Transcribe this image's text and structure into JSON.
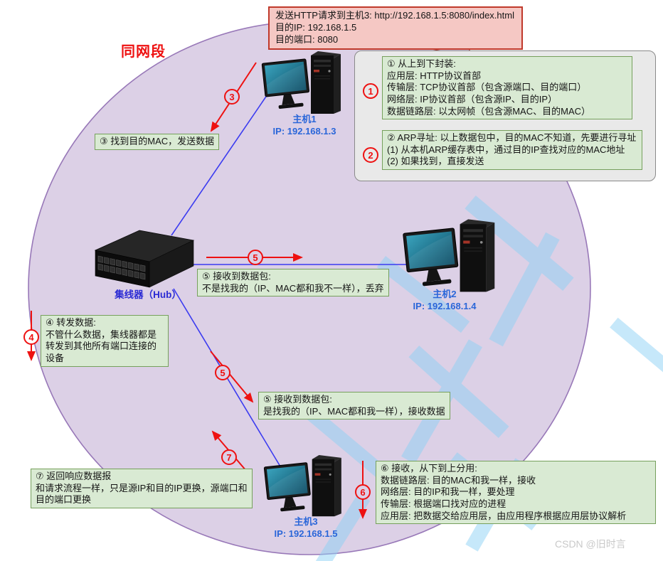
{
  "region": {
    "label": "同网段"
  },
  "credit": "CSDN @旧时言",
  "request_box": {
    "lines": [
      "发送HTTP请求到主机3: http://192.168.1.5:8080/index.html",
      "目的IP: 192.168.1.5",
      "目的端口: 8080"
    ]
  },
  "hosts": [
    {
      "name": "主机1",
      "ip": "IP: 192.168.1.3"
    },
    {
      "name": "主机2",
      "ip": "IP: 192.168.1.4"
    },
    {
      "name": "主机3",
      "ip": "IP: 192.168.1.5"
    }
  ],
  "hub": {
    "label": "集线器（Hub）"
  },
  "steps": {
    "encapsulate": {
      "badge": "1",
      "lines": [
        "① 从上到下封装:",
        "应用层: HTTP协议首部",
        "传输层: TCP协议首部（包含源端口、目的端口）",
        "网络层: IP协议首部（包含源IP、目的IP）",
        "数据链路层: 以太网帧（包含源MAC、目的MAC）"
      ]
    },
    "arp": {
      "badge": "2",
      "lines": [
        "② ARP寻址: 以上数据包中，目的MAC不知道，先要进行寻址",
        "(1) 从本机ARP缓存表中，通过目的IP查找对应的MAC地址",
        "(2) 如果找到，直接发送"
      ]
    },
    "send": {
      "badge": "3",
      "label": "③ 找到目的MAC，发送数据"
    },
    "forward": {
      "badge": "4",
      "lines": [
        "④ 转发数据:",
        "不管什么数据，集线器都是转发到其他所有端口连接的设备"
      ]
    },
    "discard": {
      "badge": "5",
      "lines": [
        "⑤ 接收到数据包:",
        "不是找我的（IP、MAC都和我不一样），丢弃"
      ]
    },
    "accept": {
      "badge": "5",
      "lines": [
        "⑤ 接收到数据包:",
        "是找我的（IP、MAC都和我一样），接收数据"
      ]
    },
    "demux": {
      "badge": "6",
      "lines": [
        "⑥ 接收，从下到上分用:",
        "数据链路层: 目的MAC和我一样，接收",
        "网络层: 目的IP和我一样，要处理",
        "传输层: 根据端口找对应的进程",
        "应用层: 把数据交给应用层，由应用程序根据应用层协议解析"
      ]
    },
    "response": {
      "badge": "7",
      "lines": [
        "⑦ 返回响应数据报",
        "和请求流程一样，只是源IP和目的IP更换，源端口和目的端口更换"
      ]
    }
  },
  "palette": {
    "region_fill": "#dcd0e6",
    "region_border": "#9878b8",
    "note_fill": "#f5c8c4",
    "note_border": "#c0392b",
    "step_fill": "#d9ead3",
    "step_border": "#76a05c",
    "arrow_red": "#ee1111",
    "link_blue": "#3b3bf0",
    "host_label_blue": "#2a66d9",
    "hub_label_blue": "#2b2bd4",
    "panel_fill": "#e9e9e9",
    "watermark_blue": "#8dd0f4",
    "credit_gray": "#c9c9c9"
  }
}
